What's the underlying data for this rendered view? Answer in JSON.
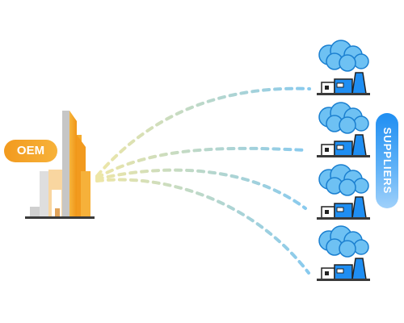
{
  "oem": {
    "label": "OEM"
  },
  "suppliers": {
    "label": "SUPPLIERS",
    "count": 4
  },
  "colors": {
    "oem_orange": "#f29a1e",
    "oem_light": "#f9c87a",
    "building_gray": "#c9c9c9",
    "supplier_blue": "#1f8ef2",
    "cloud_blue": "#6ec1f3",
    "link_yellow": "#e8e3a3",
    "link_blue": "#8fcdee",
    "ground": "#3a3a3a"
  },
  "icons": [
    "oem-building-icon",
    "supplier-factory-icon",
    "smoke-cloud-icon"
  ]
}
